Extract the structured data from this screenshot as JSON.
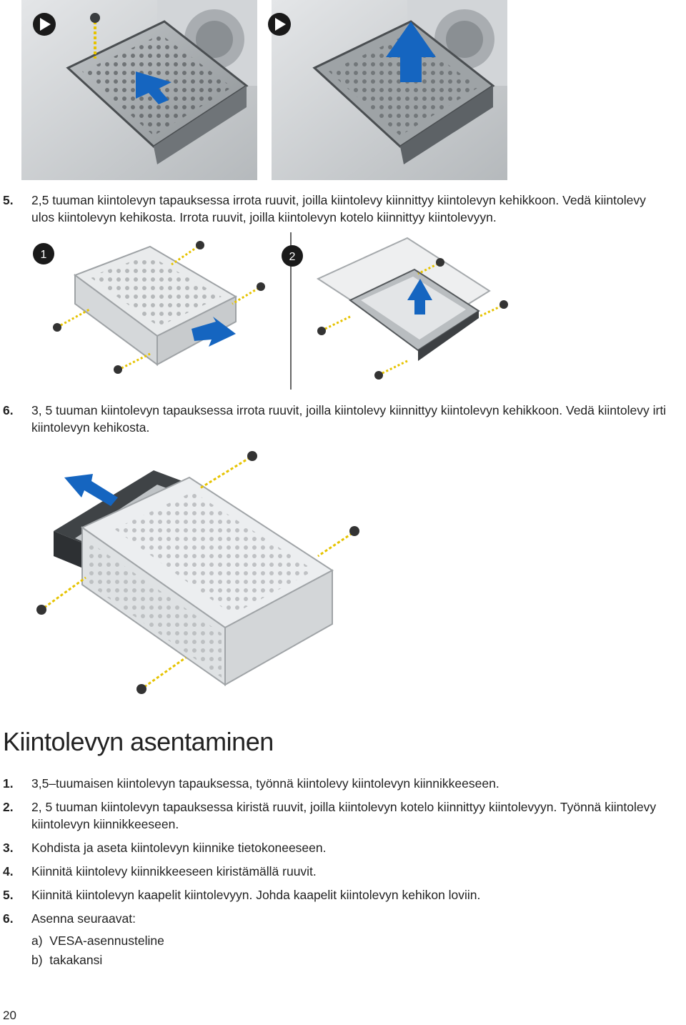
{
  "steps_top": [
    {
      "num": "5.",
      "text": "2,5 tuuman kiintolevyn tapauksessa irrota ruuvit, joilla kiintolevy kiinnittyy kiintolevyn kehikkoon. Vedä kiintolevy\nulos kiintolevyn kehikosta. Irrota ruuvit, joilla kiintolevyn kotelo kiinnittyy kiintolevyyn."
    },
    {
      "num": "6.",
      "text": "3, 5 tuuman kiintolevyn tapauksessa irrota ruuvit, joilla kiintolevy kiinnittyy kiintolevyn kehikkoon. Vedä kiintolevy irti\nkiintolevyn kehikosta."
    }
  ],
  "figure2": {
    "callout1": "1",
    "callout2": "2"
  },
  "section_title": "Kiintolevyn asentaminen",
  "install_steps": [
    {
      "num": "1.",
      "text": "3,5–tuumaisen kiintolevyn tapauksessa, työnnä kiintolevy kiintolevyn kiinnikkeeseen."
    },
    {
      "num": "2.",
      "text": "2, 5 tuuman kiintolevyn tapauksessa kiristä ruuvit, joilla kiintolevyn kotelo kiinnittyy kiintolevyyn. Työnnä kiintolevy\nkiintolevyn kiinnikkeeseen."
    },
    {
      "num": "3.",
      "text": "Kohdista ja aseta kiintolevyn kiinnike tietokoneeseen."
    },
    {
      "num": "4.",
      "text": "Kiinnitä kiintolevy kiinnikkeeseen kiristämällä ruuvit."
    },
    {
      "num": "5.",
      "text": "Kiinnitä kiintolevyn kaapelit kiintolevyyn. Johda kaapelit kiintolevyn kehikon loviin."
    },
    {
      "num": "6.",
      "text": "Asenna seuraavat:"
    }
  ],
  "sub_items": [
    {
      "label": "a)",
      "text": "VESA-asennusteline"
    },
    {
      "label": "b)",
      "text": "takakansi"
    }
  ],
  "page_number": "20",
  "colors": {
    "arrow": "#1565c0",
    "metal": "#c9ccce",
    "dark_metal": "#7e8285",
    "screw_stripe": "#e6c300"
  }
}
